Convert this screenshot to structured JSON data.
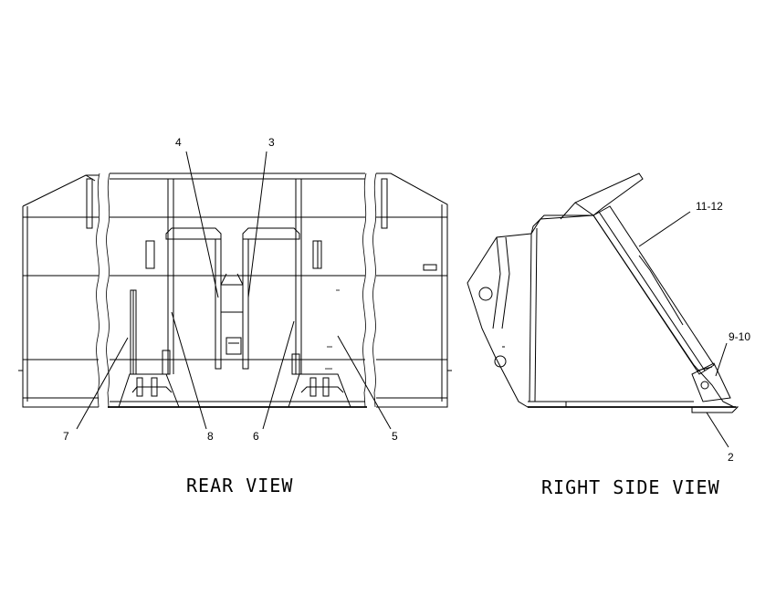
{
  "views": {
    "rear": {
      "title": "REAR VIEW"
    },
    "right_side": {
      "title": "RIGHT SIDE VIEW"
    }
  },
  "callouts": {
    "c4": "4",
    "c3": "3",
    "c7": "7",
    "c8": "8",
    "c6": "6",
    "c5": "5",
    "c11_12": "11-12",
    "c9_10": "9-10",
    "c2": "2"
  }
}
